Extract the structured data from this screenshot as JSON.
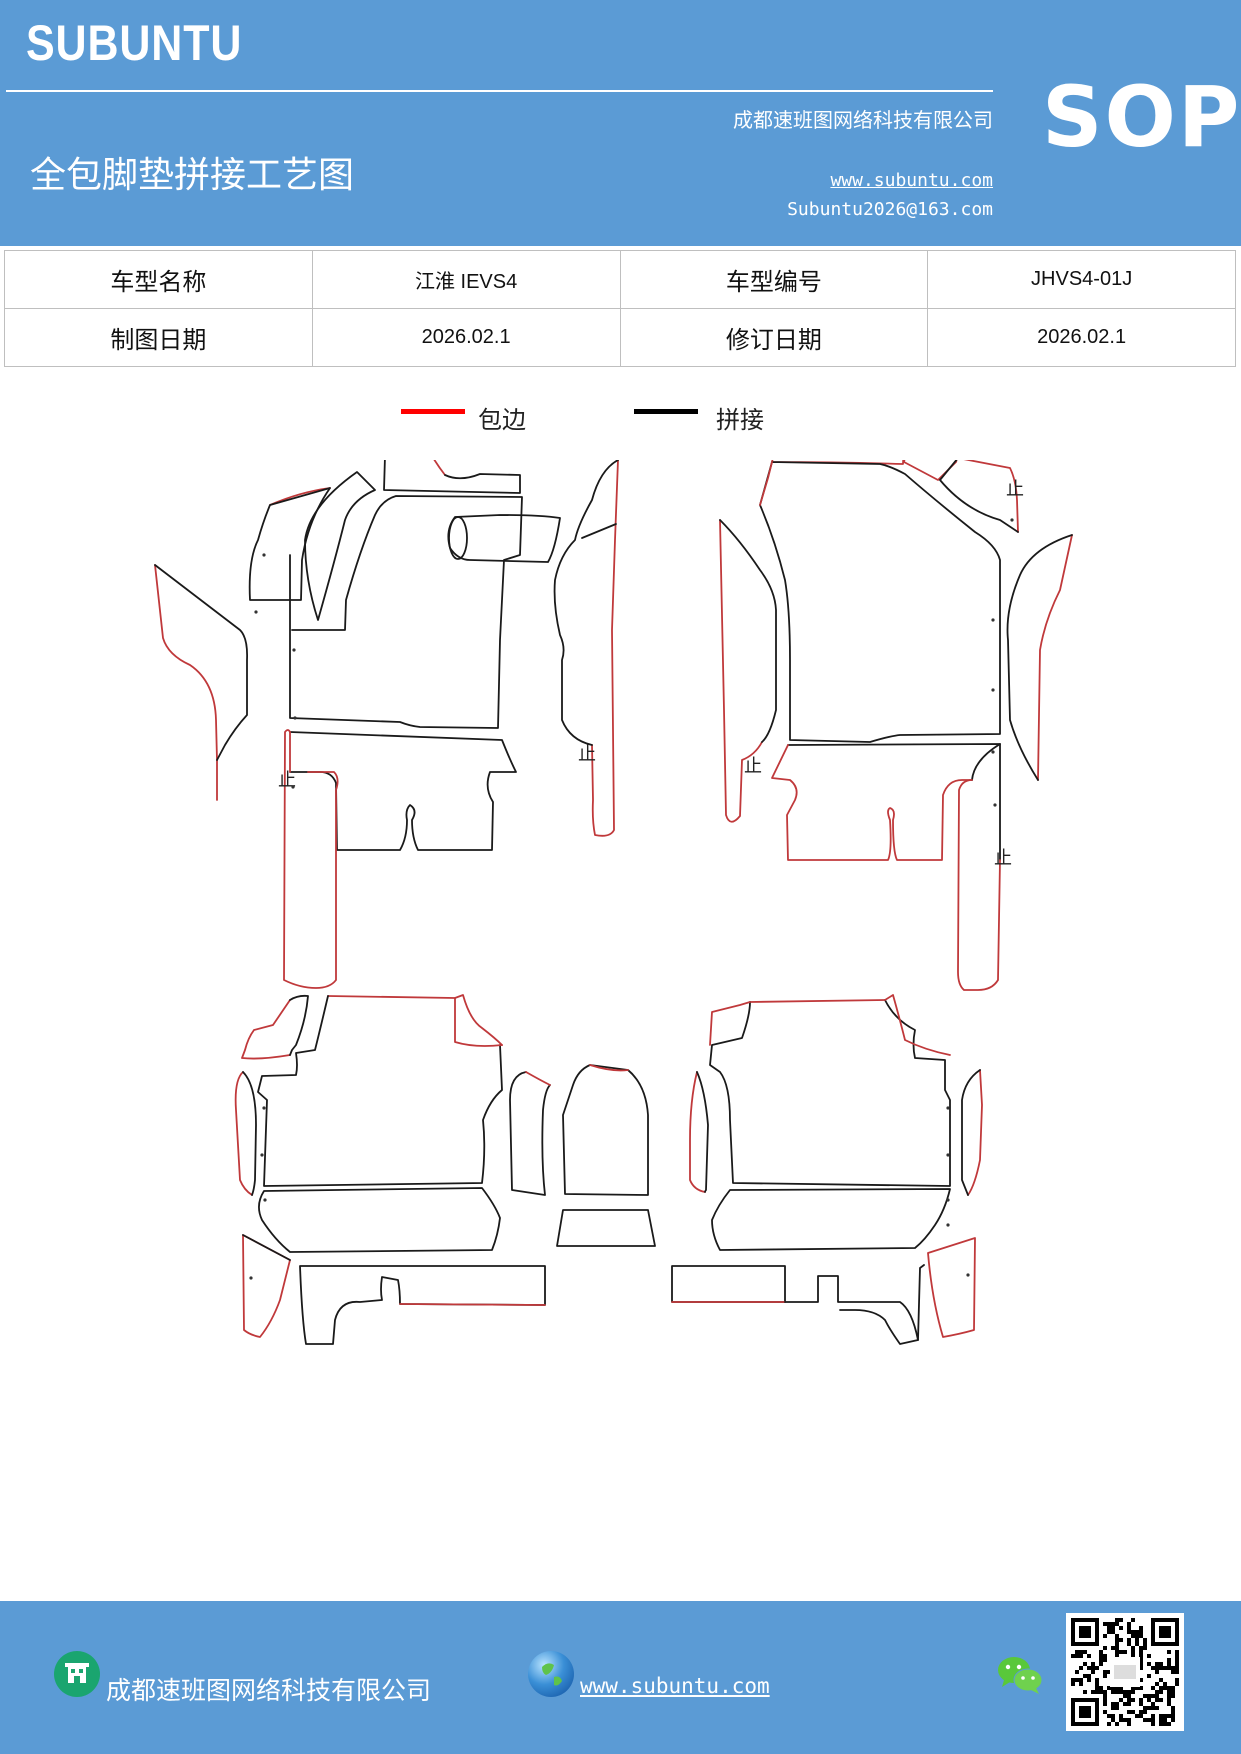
{
  "header": {
    "brand": "SUBUNTU",
    "company": "成都速班图网络科技有限公司",
    "title": "全包脚垫拼接工艺图",
    "website": "www.subuntu.com",
    "email": "Subuntu2026@163.com",
    "badge": "SOP"
  },
  "info_table": {
    "model_name_label": "车型名称",
    "model_name_value": "江淮 IEVS4",
    "model_code_label": "车型编号",
    "model_code_value": "JHVS4-01J",
    "draw_date_label": "制图日期",
    "draw_date_value": "2026.02.1",
    "revise_date_label": "修订日期",
    "revise_date_value": "2026.02.1"
  },
  "legend": {
    "edging_label": "包边",
    "edging_color": "#ff0000",
    "splice_label": "拼接",
    "splice_color": "#000000"
  },
  "diagram": {
    "stop_mark": "止",
    "edging_color": "#c0393b",
    "splice_color": "#1a1a1a"
  },
  "footer": {
    "company": "成都速班图网络科技有限公司",
    "website": "www.subuntu.com",
    "building_icon": "building-icon",
    "globe_icon": "globe-icon",
    "wechat_icon": "wechat-icon",
    "qr_label": "qr-code"
  }
}
